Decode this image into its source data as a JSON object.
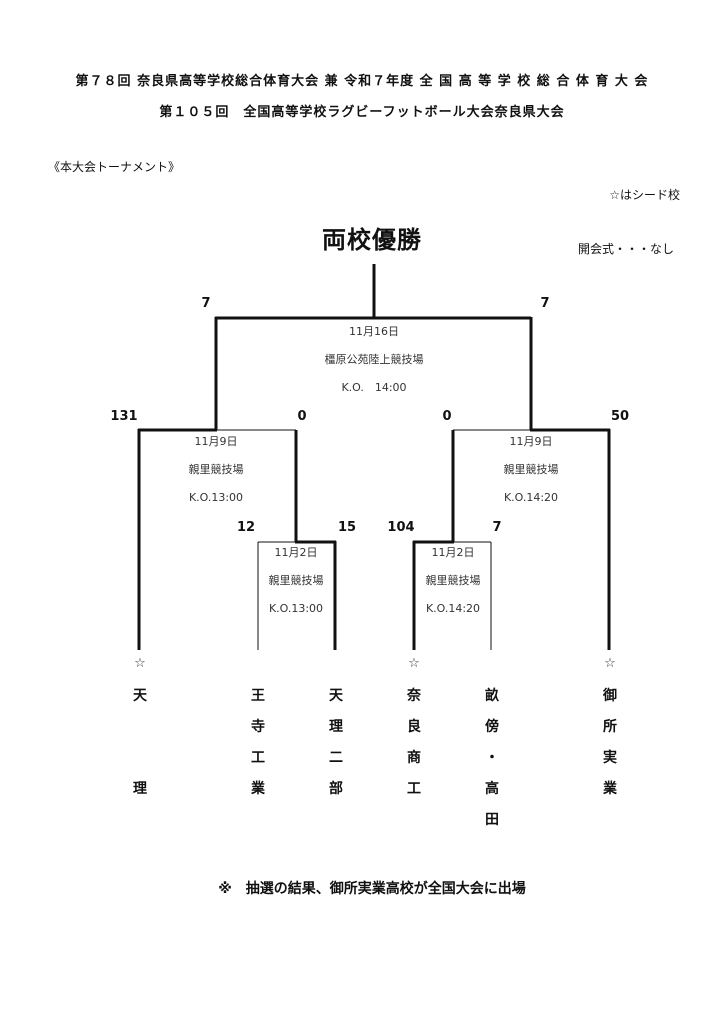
{
  "header": {
    "title_line1": "第７８回 奈良県高等学校総合体育大会 兼 令和７年度 全 国 高 等 学 校 総 合 体 育 大 会",
    "title_line2": "第１０５回　全国高等学校ラグビーフットボール大会奈良県大会"
  },
  "section_label": "《本大会トーナメント》",
  "seed_note": "☆はシード校",
  "ceremony_note": "開会式・・・なし",
  "champion": "両校優勝",
  "final": {
    "score_left": "7",
    "score_right": "7",
    "date": "11月16日",
    "venue": "橿原公苑陸上競技場",
    "kickoff": "K.O.　14:00"
  },
  "semifinal_left": {
    "score_left": "131",
    "score_right": "0",
    "date": "11月9日",
    "venue": "親里競技場",
    "kickoff": "K.O.13:00"
  },
  "semifinal_right": {
    "score_left": "0",
    "score_right": "50",
    "date": "11月9日",
    "venue": "親里競技場",
    "kickoff": "K.O.14:20"
  },
  "quarter_left": {
    "score_left": "12",
    "score_right": "15",
    "date": "11月2日",
    "venue": "親里競技場",
    "kickoff": "K.O.13:00"
  },
  "quarter_right": {
    "score_left": "104",
    "score_right": "7",
    "date": "11月2日",
    "venue": "親里競技場",
    "kickoff": "K.O.14:20"
  },
  "seed_mark": "☆",
  "teams": [
    {
      "chars": [
        "天",
        "",
        "",
        "理"
      ],
      "seed": true
    },
    {
      "chars": [
        "王",
        "寺",
        "工",
        "業"
      ],
      "seed": false
    },
    {
      "chars": [
        "天",
        "理",
        "二",
        "部"
      ],
      "seed": false
    },
    {
      "chars": [
        "奈",
        "良",
        "商",
        "工"
      ],
      "seed": true
    },
    {
      "chars": [
        "畝",
        "傍",
        "・",
        "高",
        "田"
      ],
      "seed": false
    },
    {
      "chars": [
        "御",
        "所",
        "実",
        "業"
      ],
      "seed": true
    }
  ],
  "footer": "※　抽選の結果、御所実業高校が全国大会に出場"
}
